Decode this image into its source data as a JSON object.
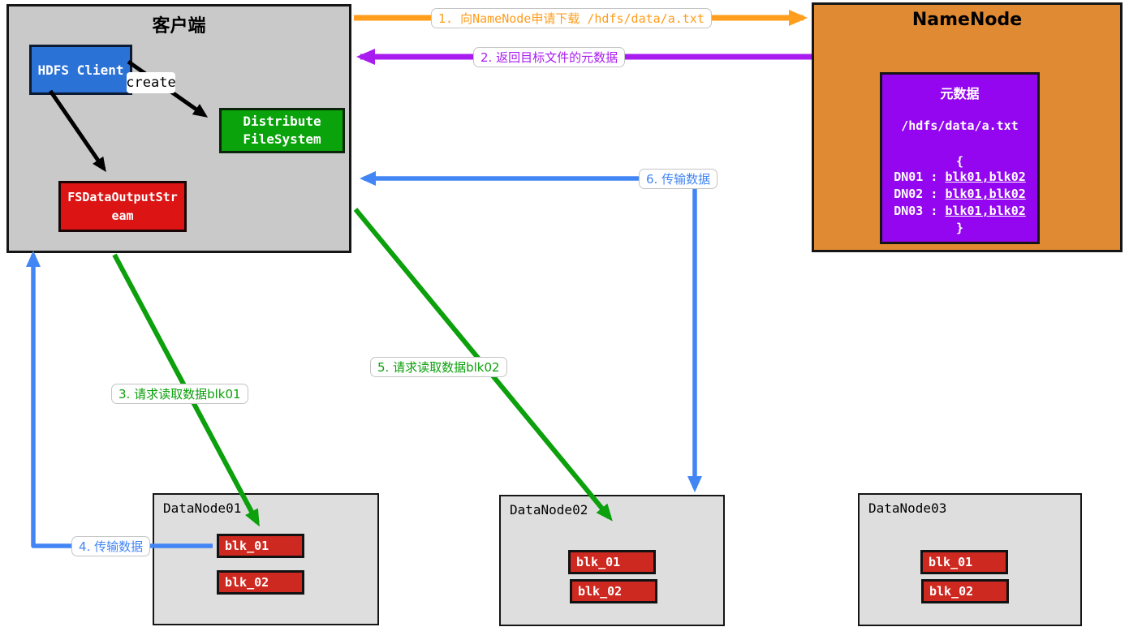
{
  "client": {
    "title": "客户端",
    "hdfs_client_label": "HDFS Client",
    "create_label": "create",
    "distribute_line1": "Distribute",
    "distribute_line2": "FileSystem",
    "stream_label": "FSDataOutputStream"
  },
  "namenode": {
    "title": "NameNode",
    "metadata": {
      "title": "元数据",
      "path": "/hdfs/data/a.txt",
      "open_brace": "{",
      "separator": " : ",
      "entries": [
        {
          "node": "DN01",
          "blocks": "blk01,blk02"
        },
        {
          "node": "DN02",
          "blocks": "blk01,blk02"
        },
        {
          "node": "DN03",
          "blocks": "blk01,blk02"
        }
      ],
      "close_brace": "}"
    }
  },
  "datanodes": [
    {
      "name": "DataNode01",
      "blocks": [
        "blk_01",
        "blk_02"
      ]
    },
    {
      "name": "DataNode02",
      "blocks": [
        "blk_01",
        "blk_02"
      ]
    },
    {
      "name": "DataNode03",
      "blocks": [
        "blk_01",
        "blk_02"
      ]
    }
  ],
  "arrows": [
    {
      "step": 1,
      "label": "1. 向NameNode申请下载 /hdfs/data/a.txt",
      "color": "#ff9d1c",
      "from": "client",
      "to": "namenode"
    },
    {
      "step": 2,
      "label": "2. 返回目标文件的元数据",
      "color": "#a81cf0",
      "from": "namenode",
      "to": "client"
    },
    {
      "step": 3,
      "label": "3. 请求读取数据blk01",
      "color": "#0ca00c",
      "from": "client",
      "to": "datanode01"
    },
    {
      "step": 4,
      "label": "4. 传输数据",
      "color": "#4285f4",
      "from": "datanode01",
      "to": "client"
    },
    {
      "step": 5,
      "label": "5. 请求读取数据blk02",
      "color": "#0ca00c",
      "from": "client",
      "to": "datanode02"
    },
    {
      "step": 6,
      "label": "6. 传输数据",
      "color": "#4285f4",
      "from": "datanode02",
      "to": "client"
    }
  ],
  "colors": {
    "client_bg": "#c9c9c9",
    "hdfs_client_bg": "#2b72d7",
    "distribute_fs_bg": "#0aa30b",
    "stream_bg": "#dc1414",
    "namenode_bg": "#e08a33",
    "metadata_bg": "#9405f0",
    "datanode_bg": "#dedede",
    "block_bg": "#ce2920",
    "arrow_orange": "#ff9d1c",
    "arrow_purple": "#a81cf0",
    "arrow_blue": "#4285f4",
    "arrow_green": "#0ca00c",
    "internal_arrow_black": "#000000"
  }
}
